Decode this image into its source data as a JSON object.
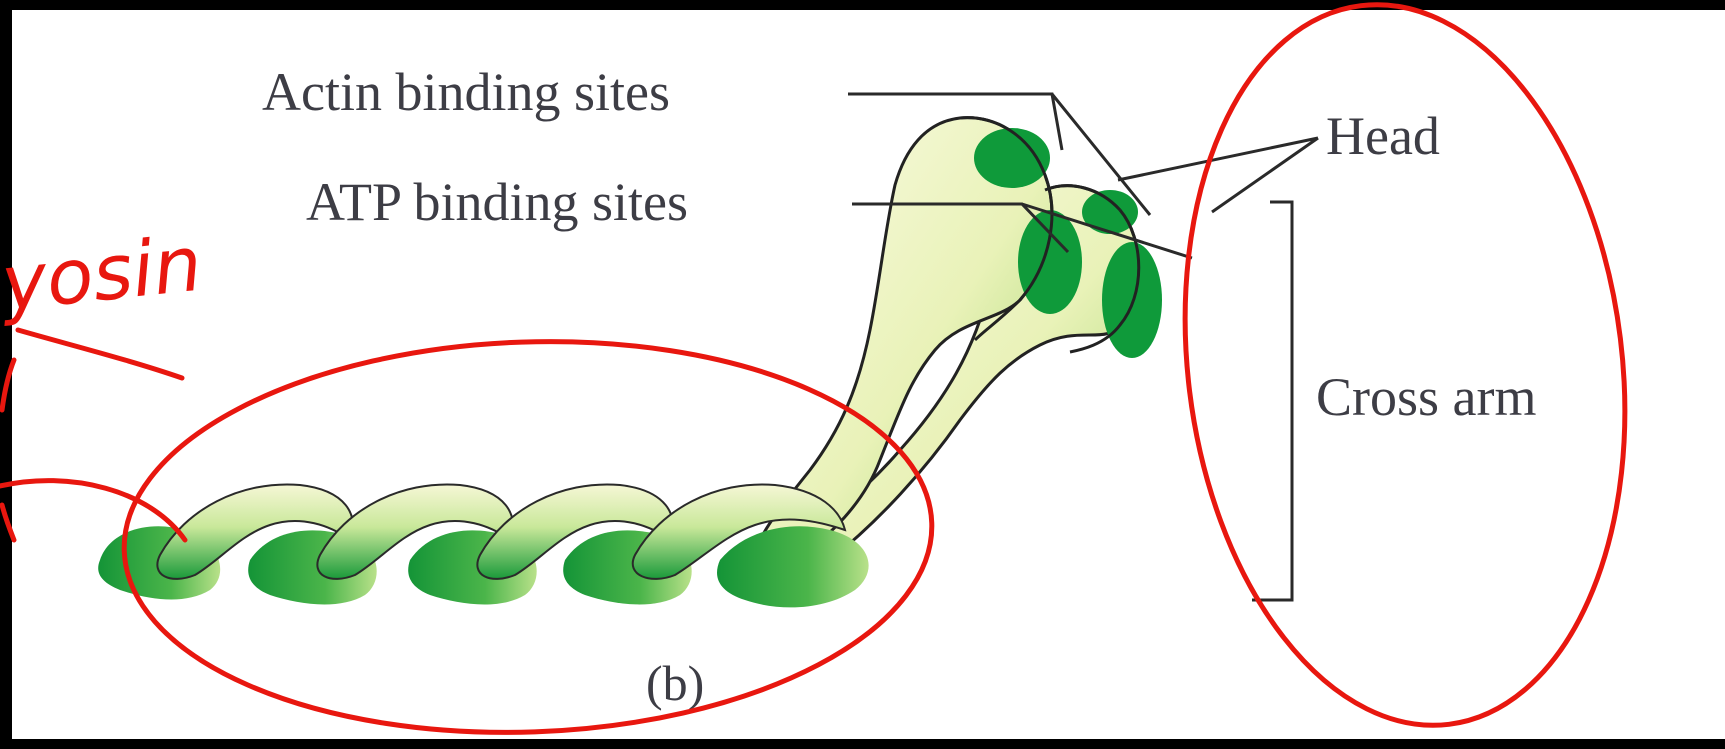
{
  "diagram": {
    "labels": {
      "actin": "Actin binding sites",
      "atp": "ATP binding sites",
      "head": "Head",
      "cross_arm": "Cross arm",
      "panel": "(b)"
    },
    "handwriting": {
      "annotation": "yosin"
    },
    "colors": {
      "background": "#ffffff",
      "outer": "#000000",
      "label_text": "#3d3d45",
      "leader_line": "#2a2a2a",
      "protein_light": "#f6f7d6",
      "protein_mid": "#a9dc7a",
      "protein_dark": "#1a9a3a",
      "binding_site": "#0f9a3a",
      "annotation_red": "#e8170f"
    }
  }
}
